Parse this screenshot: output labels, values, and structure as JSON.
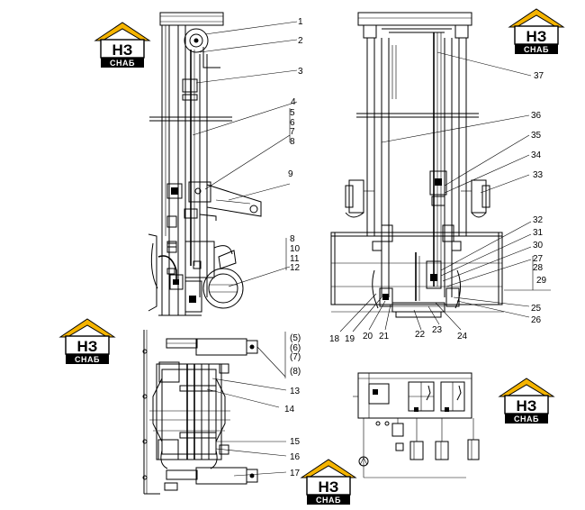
{
  "logo": {
    "letters": "НЗ",
    "word": "СНАБ",
    "roof_color": "#f5b400",
    "band_color": "#000000"
  },
  "callouts": [
    {
      "id": "c1",
      "text": "1"
    },
    {
      "id": "c2",
      "text": "2"
    },
    {
      "id": "c3",
      "text": "3"
    },
    {
      "id": "c4",
      "text": "4"
    },
    {
      "id": "c5",
      "text": "5"
    },
    {
      "id": "c6",
      "text": "6"
    },
    {
      "id": "c7",
      "text": "7"
    },
    {
      "id": "c8a",
      "text": "8"
    },
    {
      "id": "c9",
      "text": "9"
    },
    {
      "id": "c8b",
      "text": "8"
    },
    {
      "id": "c10",
      "text": "10"
    },
    {
      "id": "c11",
      "text": "11"
    },
    {
      "id": "c12",
      "text": "12"
    },
    {
      "id": "c5p",
      "text": "(5)"
    },
    {
      "id": "c6p",
      "text": "(6)"
    },
    {
      "id": "c7p",
      "text": "(7)"
    },
    {
      "id": "c8p",
      "text": "(8)"
    },
    {
      "id": "c13",
      "text": "13"
    },
    {
      "id": "c14",
      "text": "14"
    },
    {
      "id": "c15",
      "text": "15"
    },
    {
      "id": "c16",
      "text": "16"
    },
    {
      "id": "c17",
      "text": "17"
    },
    {
      "id": "c37",
      "text": "37"
    },
    {
      "id": "c36",
      "text": "36"
    },
    {
      "id": "c35",
      "text": "35"
    },
    {
      "id": "c34",
      "text": "34"
    },
    {
      "id": "c33",
      "text": "33"
    },
    {
      "id": "c32",
      "text": "32"
    },
    {
      "id": "c31",
      "text": "31"
    },
    {
      "id": "c30",
      "text": "30"
    },
    {
      "id": "c27",
      "text": "27"
    },
    {
      "id": "c28",
      "text": "28"
    },
    {
      "id": "c29",
      "text": "29"
    },
    {
      "id": "c25",
      "text": "25"
    },
    {
      "id": "c26",
      "text": "26"
    },
    {
      "id": "c18",
      "text": "18"
    },
    {
      "id": "c19",
      "text": "19"
    },
    {
      "id": "c20",
      "text": "20"
    },
    {
      "id": "c21",
      "text": "21"
    },
    {
      "id": "c22",
      "text": "22"
    },
    {
      "id": "c23",
      "text": "23"
    },
    {
      "id": "c24",
      "text": "24"
    }
  ]
}
